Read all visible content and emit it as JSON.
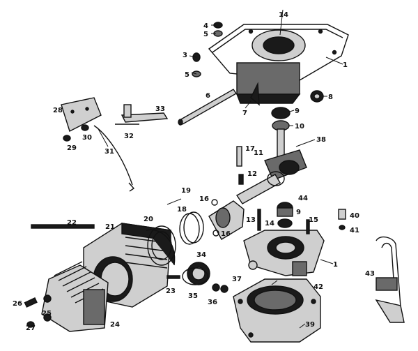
{
  "callouts": [
    "1",
    "3",
    "4",
    "5",
    "6",
    "7",
    "8",
    "9",
    "10",
    "11",
    "12",
    "13",
    "14",
    "15",
    "16",
    "17",
    "18",
    "19",
    "20",
    "21",
    "22",
    "23",
    "24",
    "25",
    "26",
    "27",
    "28",
    "29",
    "30",
    "31",
    "32",
    "33",
    "34",
    "35",
    "36",
    "37",
    "38",
    "39",
    "40",
    "41",
    "42",
    "43",
    "44"
  ]
}
